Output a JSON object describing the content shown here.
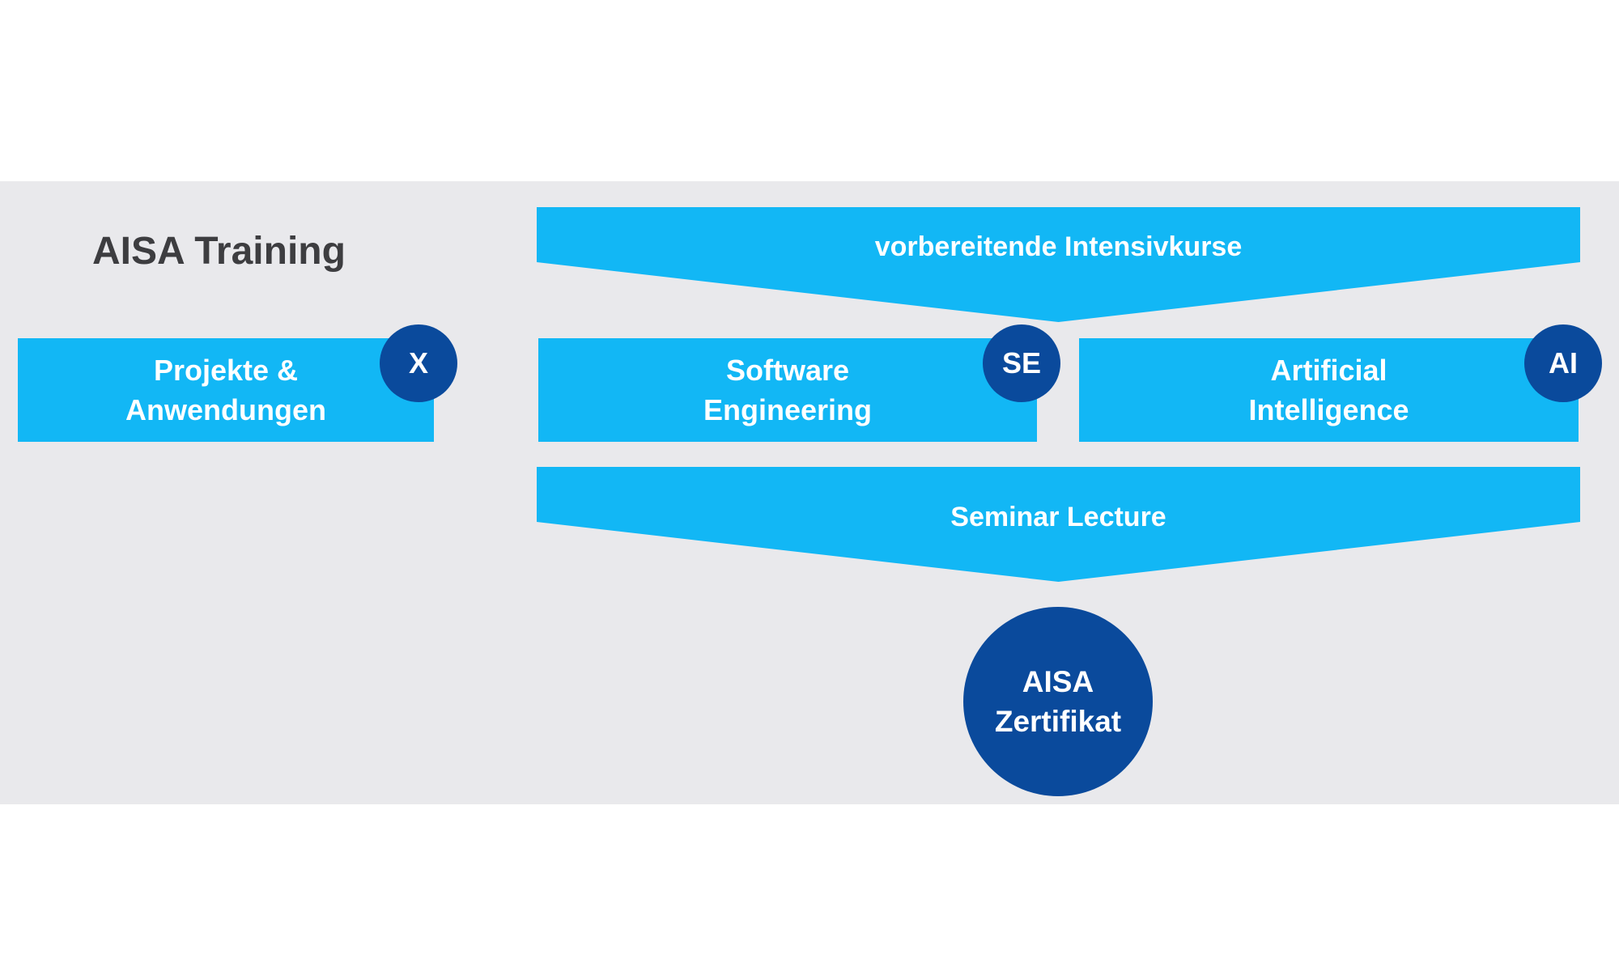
{
  "diagram": {
    "title": "AISA Training",
    "colors": {
      "background": "#e9e9ec",
      "box": "#12b7f5",
      "badge": "#0a4a9c",
      "text_light": "#ffffff",
      "title": "#3d3d40"
    },
    "top_banner": "vorbereitende Intensivkurse",
    "boxes": {
      "projects": {
        "line1": "Projekte &",
        "line2": "Anwendungen",
        "badge": "X"
      },
      "software_engineering": {
        "line1": "Software",
        "line2": "Engineering",
        "badge": "SE"
      },
      "artificial_intelligence": {
        "line1": "Artificial",
        "line2": "Intelligence",
        "badge": "AI"
      }
    },
    "bottom_banner": "Seminar Lecture",
    "certificate": {
      "line1": "AISA",
      "line2": "Zertifikat"
    }
  }
}
